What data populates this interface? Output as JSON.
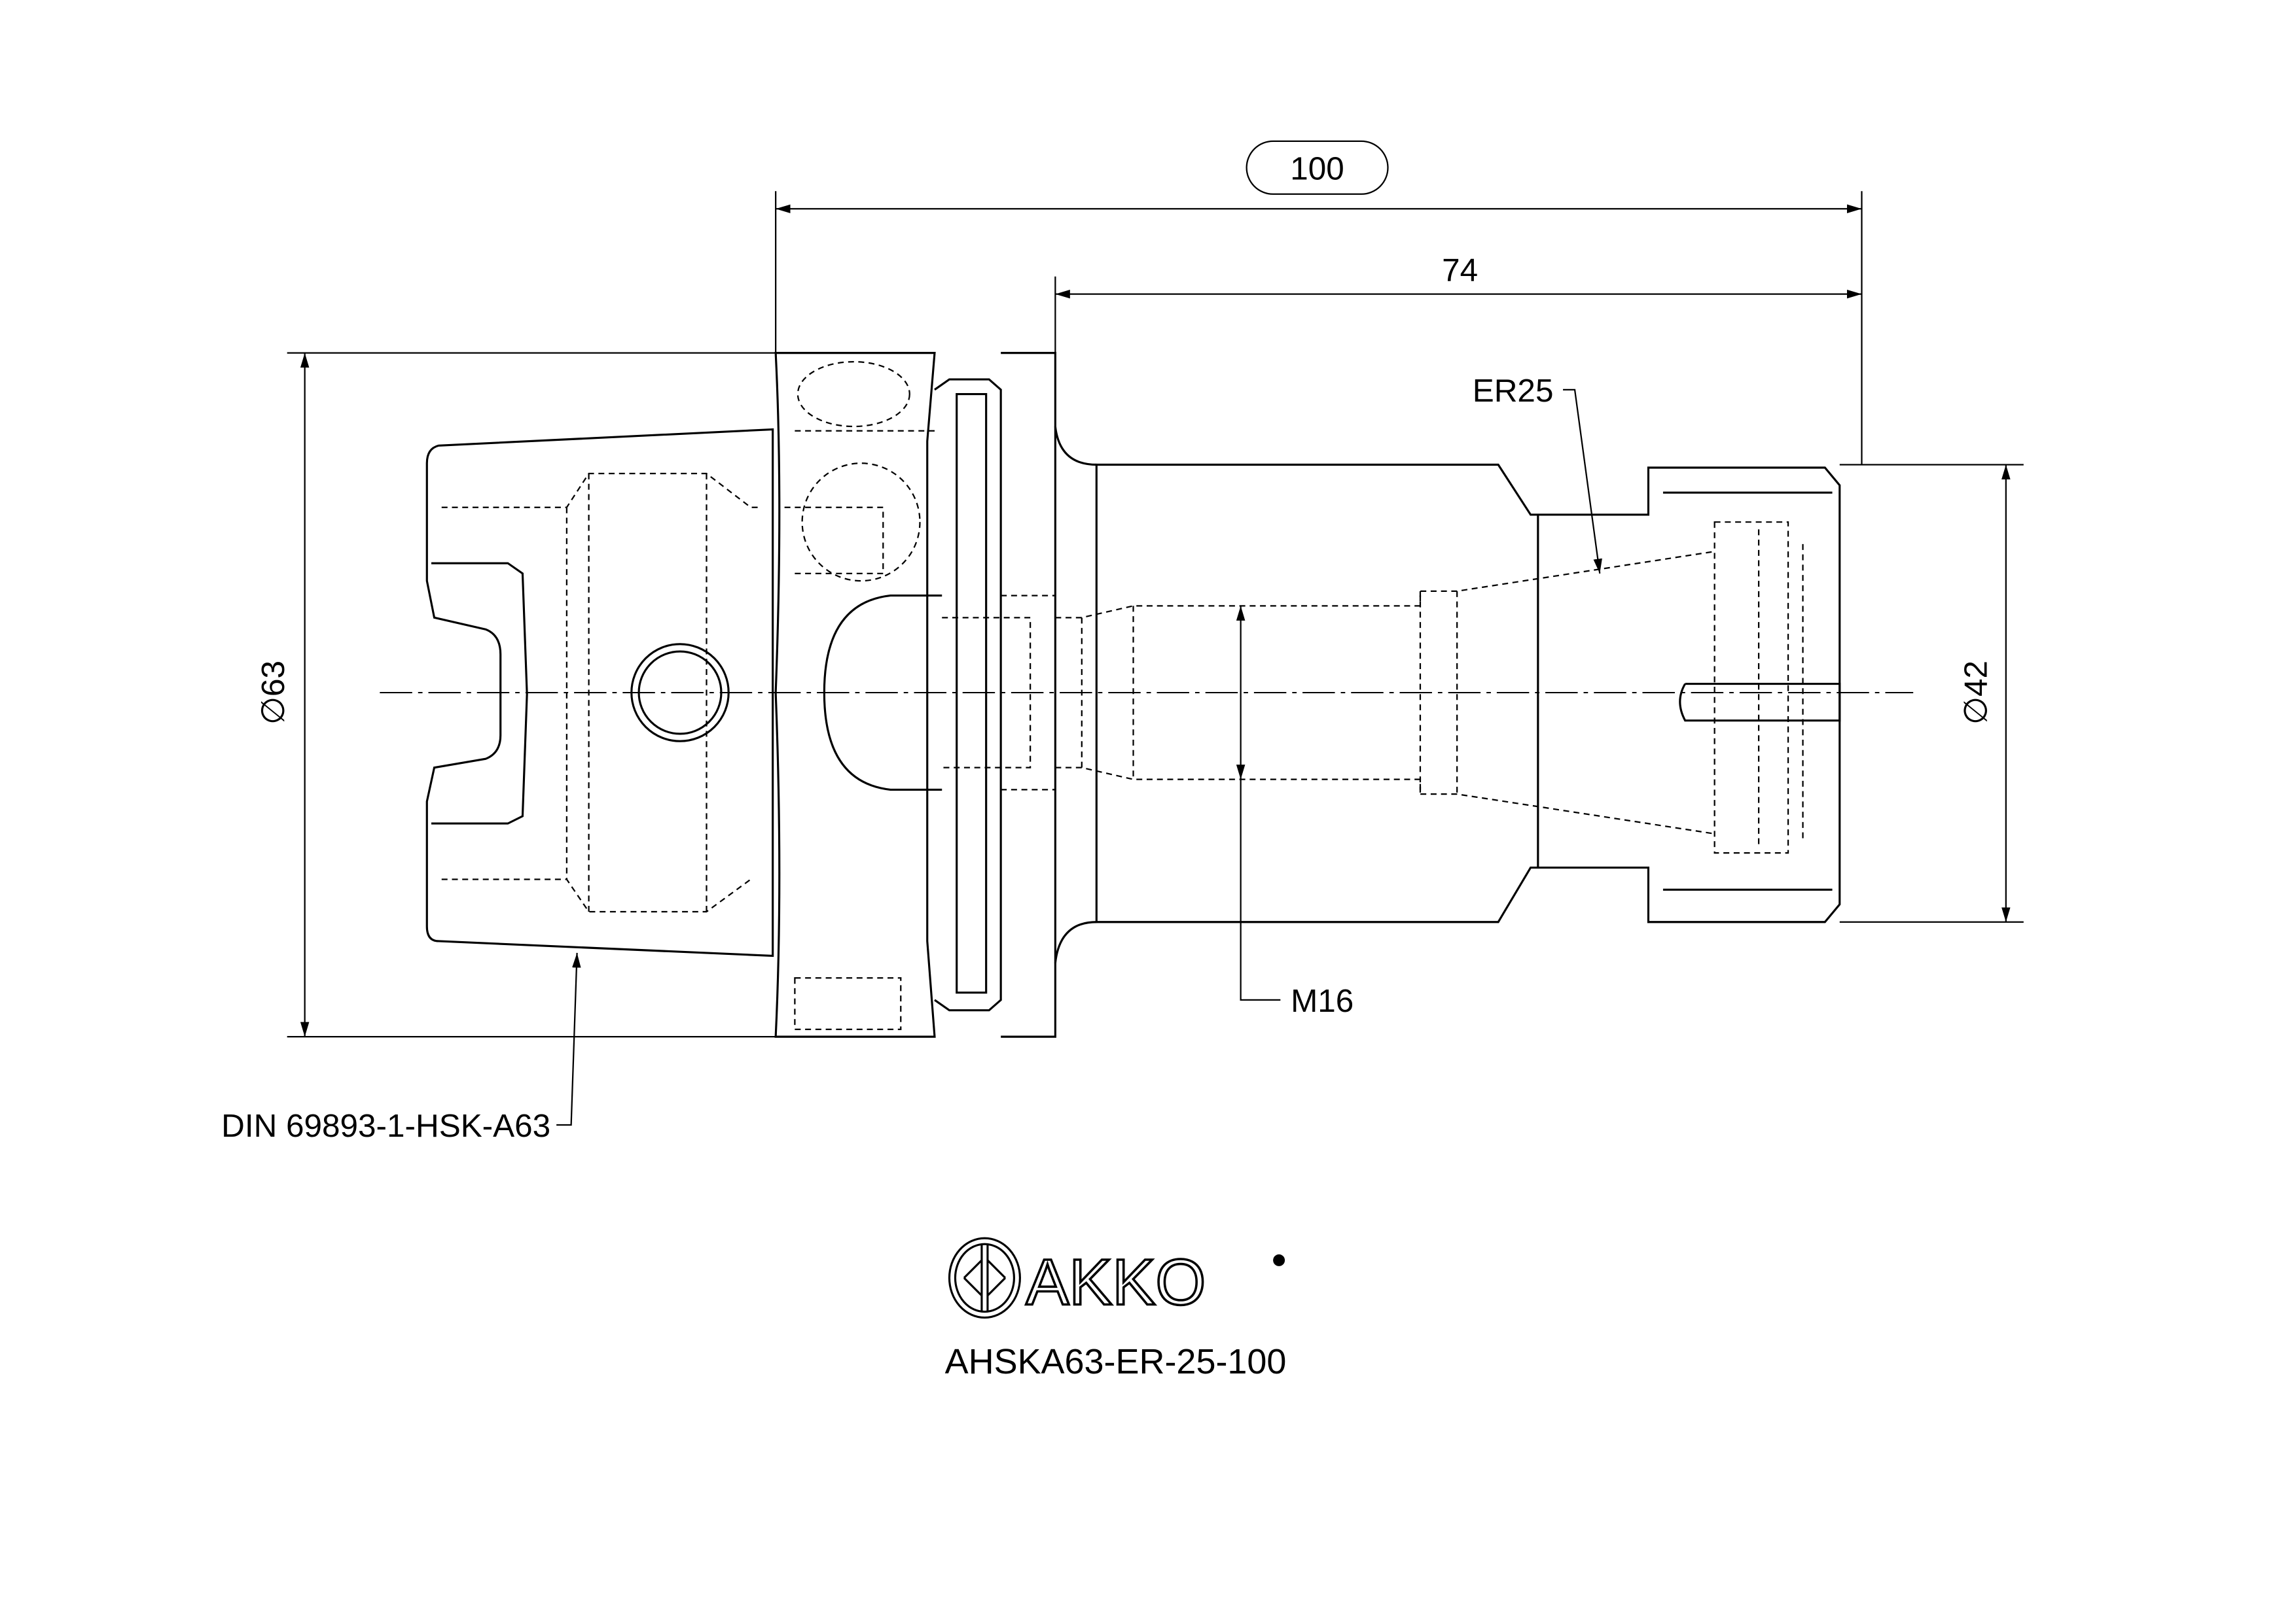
{
  "dimensions": {
    "overall_length": "100",
    "gauge_length": "74",
    "shank_diameter": "∅63",
    "nut_diameter": "∅42",
    "collet": "ER25",
    "thread": "M16",
    "standard": "DIN 69893-1-HSK-A63"
  },
  "brand": {
    "logo_text": "AKKO"
  },
  "part_number": "AHSKA63-ER-25-100"
}
